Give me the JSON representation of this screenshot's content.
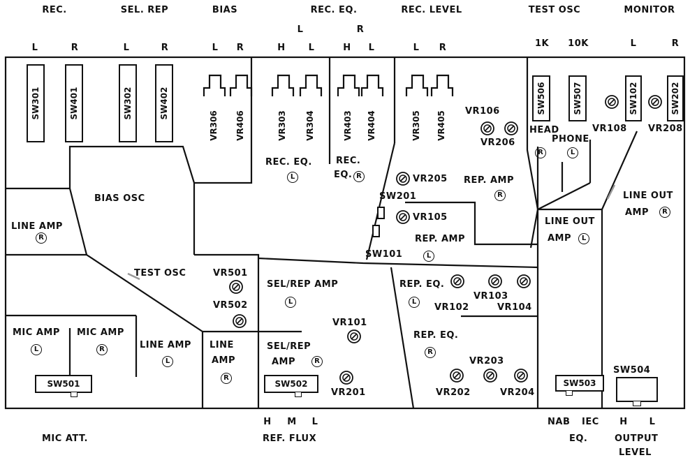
{
  "top": {
    "rec": "REC.",
    "sel_rep": "SEL. REP",
    "bias": "BIAS",
    "rec_eq": "REC. EQ.",
    "rec_level": "REC. LEVEL",
    "test_osc": "TEST OSC",
    "monitor": "MONITOR",
    "sub_l": "L",
    "sub_r": "R",
    "sub_h": "H",
    "osc_1k": "1K",
    "osc_10k": "10K"
  },
  "switches": {
    "sw301": "SW301",
    "sw401": "SW401",
    "sw302": "SW302",
    "sw402": "SW402",
    "sw506": "SW506",
    "sw507": "SW507",
    "sw102": "SW102",
    "sw202": "SW202",
    "sw201": "SW201",
    "sw101": "SW101",
    "sw501": "SW501",
    "sw502": "SW502",
    "sw503": "SW503",
    "sw504": "SW504"
  },
  "vrs": {
    "vr306": "VR306",
    "vr406": "VR406",
    "vr303": "VR303",
    "vr304": "VR304",
    "vr403": "VR403",
    "vr404": "VR404",
    "vr305": "VR305",
    "vr405": "VR405",
    "vr106": "VR106",
    "vr206": "VR206",
    "vr108": "VR108",
    "vr208": "VR208",
    "vr205": "VR205",
    "vr105": "VR105",
    "vr501": "VR501",
    "vr502": "VR502",
    "vr101": "VR101",
    "vr201": "VR201",
    "vr102": "VR102",
    "vr103": "VR103",
    "vr104": "VR104",
    "vr202": "VR202",
    "vr203": "VR203",
    "vr204": "VR204"
  },
  "blocks": {
    "bias_osc": "BIAS OSC",
    "rec_eq": "REC. EQ.",
    "rec_eq_short": "EQ.",
    "rec_short": "REC.",
    "line_amp": "LINE AMP",
    "rep_amp": "REP. AMP",
    "line_out": "LINE OUT",
    "amp": "AMP",
    "head": "HEAD",
    "phone": "PHONE",
    "test_osc": "TEST OSC",
    "sel_rep_amp": "SEL/REP AMP",
    "sel_rep": "SEL/REP",
    "rep_eq": "REP. EQ.",
    "mic_amp": "MIC AMP",
    "line": "LINE",
    "ch_l": "L",
    "ch_r": "R"
  },
  "bottom": {
    "mic_att": "MIC ATT.",
    "ref_flux": "REF. FLUX",
    "h": "H",
    "m": "M",
    "l": "L",
    "nab": "NAB",
    "iec": "IEC",
    "eq": "EQ.",
    "output": "OUTPUT",
    "level": "LEVEL"
  }
}
